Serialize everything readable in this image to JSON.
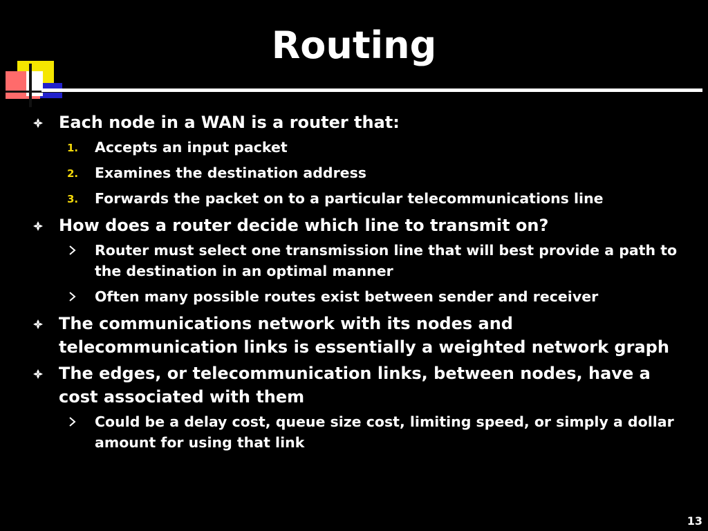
{
  "slide": {
    "title": "Routing",
    "page_number": "13",
    "bullet_color": "#ffffff",
    "number_color": "#f5d90a",
    "items": [
      {
        "text": "Each node in a WAN is a router that:",
        "children": [
          {
            "marker": "1.",
            "text": "Accepts an input packet"
          },
          {
            "marker": "2.",
            "text": "Examines the destination address"
          },
          {
            "marker": "3.",
            "text": "Forwards the packet on to a particular telecommunications line"
          }
        ]
      },
      {
        "text": "How does a router decide which line to transmit on?",
        "children": [
          {
            "text": "Router must select one transmission line that will best provide a path to the destination in an optimal manner"
          },
          {
            "text": "Often many possible routes exist between sender and receiver"
          }
        ]
      },
      {
        "text": "The communications network with its nodes and telecommunication links is essentially a weighted network graph",
        "children": []
      },
      {
        "text": "The edges, or telecommunication links, between nodes, have a cost associated with them",
        "children": [
          {
            "text": "Could be a delay cost, queue size cost, limiting speed, or simply a dollar amount for using that link"
          }
        ]
      }
    ]
  }
}
